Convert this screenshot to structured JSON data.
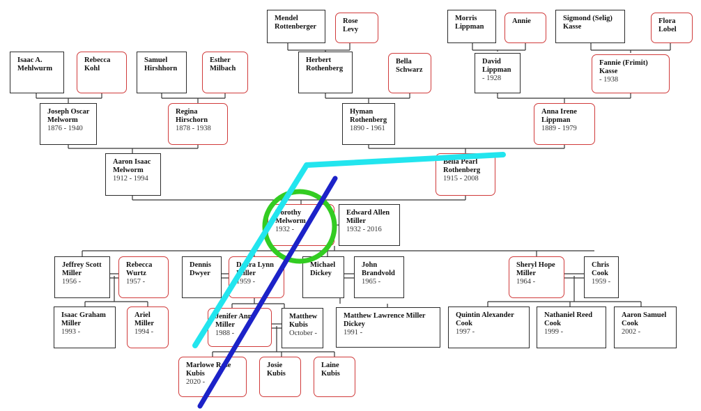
{
  "people": [
    {
      "id": "mendel",
      "name": "Mendel Rottenberger",
      "dates": "",
      "sex": "m"
    },
    {
      "id": "rose",
      "name": "Rose Levy",
      "dates": "",
      "sex": "f"
    },
    {
      "id": "morris",
      "name": "Morris Lippman",
      "dates": "",
      "sex": "m"
    },
    {
      "id": "annie",
      "name": "Annie",
      "dates": "",
      "sex": "f"
    },
    {
      "id": "sigmond",
      "name": "Sigmond (Selig) Kasse",
      "dates": "",
      "sex": "m"
    },
    {
      "id": "flora",
      "name": "Flora Lobel",
      "dates": "",
      "sex": "f"
    },
    {
      "id": "isaac_a",
      "name": "Isaac A. Mehlwurm",
      "dates": "",
      "sex": "m"
    },
    {
      "id": "rebecca_k",
      "name": "Rebecca Kohl",
      "dates": "",
      "sex": "f"
    },
    {
      "id": "samuel",
      "name": "Samuel Hirshhorn",
      "dates": "",
      "sex": "m"
    },
    {
      "id": "esther",
      "name": "Esther Milbach",
      "dates": "",
      "sex": "f"
    },
    {
      "id": "herbert",
      "name": "Herbert Rothenberg",
      "dates": "",
      "sex": "m"
    },
    {
      "id": "bella_s",
      "name": "Bella Schwarz",
      "dates": "",
      "sex": "f"
    },
    {
      "id": "david",
      "name": "David Lippman",
      "dates": "- 1928",
      "sex": "m"
    },
    {
      "id": "fannie",
      "name": "Fannie (Frimit) Kasse",
      "dates": "- 1938",
      "sex": "f"
    },
    {
      "id": "joseph",
      "name": "Joseph Oscar Melworm",
      "dates": "1876 - 1940",
      "sex": "m"
    },
    {
      "id": "regina",
      "name": "Regina Hirschorn",
      "dates": "1878 - 1938",
      "sex": "f"
    },
    {
      "id": "hyman",
      "name": "Hyman Rothenberg",
      "dates": "1890 - 1961",
      "sex": "m"
    },
    {
      "id": "anna",
      "name": "Anna Irene Lippman",
      "dates": "1889 - 1979",
      "sex": "f"
    },
    {
      "id": "aaron_i",
      "name": "Aaron Isaac Melworm",
      "dates": "1912 - 1994",
      "sex": "m"
    },
    {
      "id": "bella_p",
      "name": "Bella Pearl Rothenberg",
      "dates": "1915 - 2008",
      "sex": "f"
    },
    {
      "id": "dorothy",
      "name": "Dorothy Melworm",
      "dates": "1932 -",
      "sex": "f"
    },
    {
      "id": "edward",
      "name": "Edward Allen Miller",
      "dates": "1932 - 2016",
      "sex": "m"
    },
    {
      "id": "jeffrey",
      "name": "Jeffrey Scott Miller",
      "dates": "1956 -",
      "sex": "m"
    },
    {
      "id": "rebecca_w",
      "name": "Rebecca Wurtz",
      "dates": "1957 -",
      "sex": "f"
    },
    {
      "id": "dennis",
      "name": "Dennis Dwyer",
      "dates": "",
      "sex": "m"
    },
    {
      "id": "debra",
      "name": "Debra Lynn Miller",
      "dates": "1959 -",
      "sex": "f"
    },
    {
      "id": "michael",
      "name": "Michael Dickey",
      "dates": "",
      "sex": "m"
    },
    {
      "id": "john",
      "name": "John Brandvold",
      "dates": "1965 -",
      "sex": "m"
    },
    {
      "id": "sheryl",
      "name": "Sheryl Hope Miller",
      "dates": "1964 -",
      "sex": "f"
    },
    {
      "id": "chris",
      "name": "Chris Cook",
      "dates": "1959 -",
      "sex": "m"
    },
    {
      "id": "isaac_g",
      "name": "Isaac Graham Miller",
      "dates": "1993 -",
      "sex": "m"
    },
    {
      "id": "ariel",
      "name": "Ariel Miller",
      "dates": "1994 -",
      "sex": "f"
    },
    {
      "id": "jenifer",
      "name": "Jenifer Ann Miller",
      "dates": "1988 -",
      "sex": "f"
    },
    {
      "id": "matthew_k",
      "name": "Matthew Kubis",
      "dates": "October -",
      "sex": "m"
    },
    {
      "id": "matthew_ld",
      "name": "Matthew Lawrence Miller Dickey",
      "dates": "1991 -",
      "sex": "m"
    },
    {
      "id": "quintin",
      "name": "Quintin Alexander Cook",
      "dates": "1997 -",
      "sex": "m"
    },
    {
      "id": "nathaniel",
      "name": "Nathaniel Reed Cook",
      "dates": "1999 -",
      "sex": "m"
    },
    {
      "id": "aaron_s",
      "name": "Aaron Samuel Cook",
      "dates": "2002 -",
      "sex": "m"
    },
    {
      "id": "marlowe",
      "name": "Marlowe Rose Kubis",
      "dates": "2020 -",
      "sex": "f"
    },
    {
      "id": "josie",
      "name": "Josie Kubis",
      "dates": "",
      "sex": "f"
    },
    {
      "id": "laine",
      "name": "Laine Kubis",
      "dates": "",
      "sex": "f"
    }
  ],
  "annotations": {
    "circle_color": "#33cc22",
    "cyan_line_color": "#22e5ee",
    "blue_line_color": "#1c22c8"
  }
}
